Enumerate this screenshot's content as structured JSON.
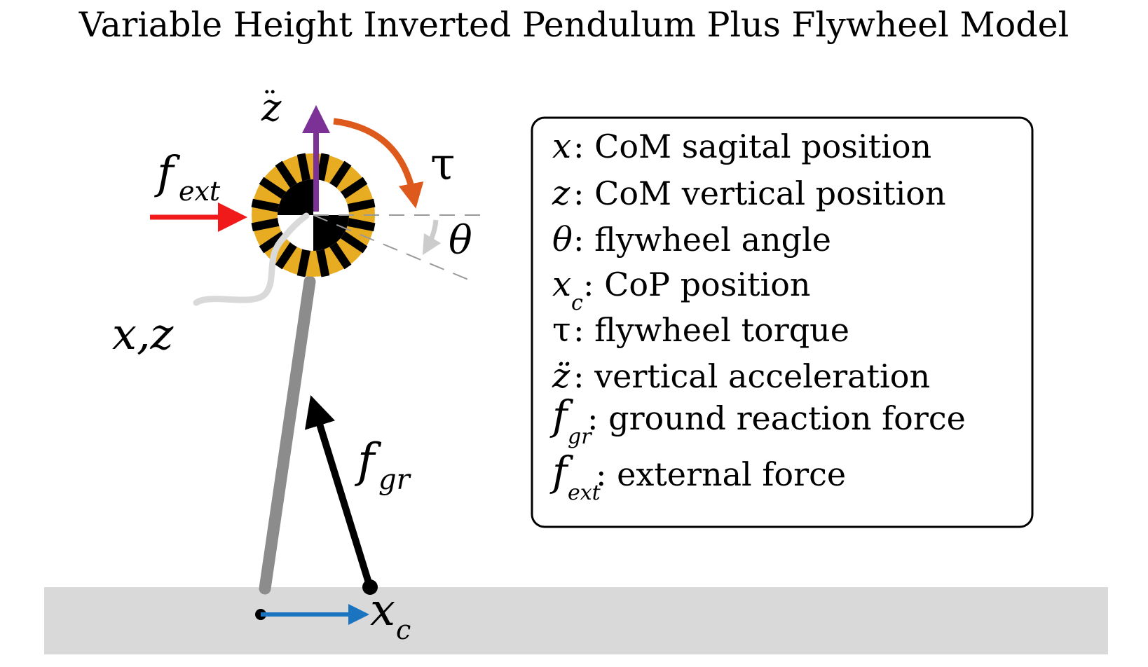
{
  "title": "Variable Height Inverted Pendulum Plus Flywheel Model",
  "labels": {
    "zddot": "z",
    "zddot_dots": "¨",
    "tau": "τ",
    "theta": "θ",
    "f": "f",
    "ext": "ext",
    "gr": "gr",
    "xz": "x,z",
    "x": "x",
    "c": "c"
  },
  "legend": {
    "items": [
      {
        "symbol": "x",
        "sub": "",
        "text": ": CoM sagital position"
      },
      {
        "symbol": "z",
        "sub": "",
        "text": " : CoM vertical position"
      },
      {
        "symbol": "θ",
        "sub": "",
        "text": ": flywheel angle"
      },
      {
        "symbol": "x",
        "sub": "c",
        "text": ": CoP position"
      },
      {
        "symbol": "τ",
        "sub": "",
        "text": " : flywheel torque"
      },
      {
        "symbol": "z̈",
        "sub": "",
        "text": " : vertical acceleration"
      },
      {
        "symbol": "f",
        "sub": "gr",
        "text": ": ground reaction force"
      },
      {
        "symbol": "f",
        "sub": "ext",
        "text": ": external force"
      }
    ]
  },
  "colors": {
    "ground": "#d9d9d9",
    "leg": "#8c8c8c",
    "flywheel_ring": "#e8ac22",
    "flywheel_spoke": "#000000",
    "external_force": "#f01a1a",
    "vertical_accel": "#7c3196",
    "torque": "#de5a1c",
    "cop": "#1b74c0",
    "theta_arrow": "#cccccc",
    "com_pointer": "#d9d9d9",
    "grf": "#000000"
  }
}
